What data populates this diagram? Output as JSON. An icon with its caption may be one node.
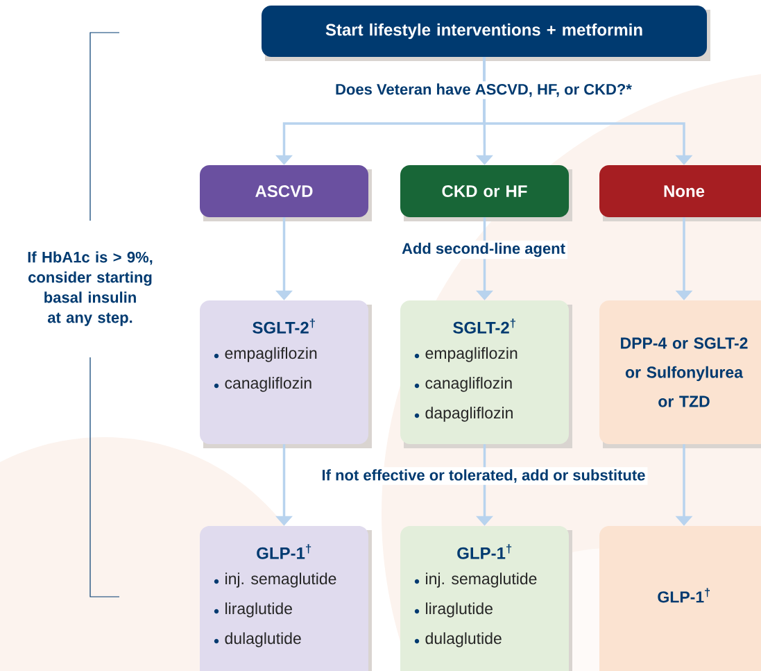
{
  "diagram": {
    "nodes": [
      {
        "text": [
          "Start lifestyle interventions + metformin"
        ]
      },
      {
        "text": [
          "ASCVD"
        ]
      },
      {
        "text": [
          "CKD or HF"
        ]
      },
      {
        "text": [
          "None"
        ]
      },
      {
        "text": [
          "SGLT-2$^{†}$",
          "empagliflozin",
          "canagliflozin"
        ]
      },
      {
        "text": [
          "SGLT-2$^{†}$",
          "empagliflozin",
          "canagliflozin",
          "dapagliflozin"
        ]
      },
      {
        "text": [
          "DPP-4 or SGLT-2 or Sulfonylurea or TZD"
        ]
      },
      {
        "text": [
          "GLP-1$^{†}$",
          "inj. semaglutide",
          "liraglutide",
          "dulaglutide"
        ]
      },
      {
        "text": [
          "GLP-1$^{†}$",
          "inj. semaglutide",
          "liraglutide",
          "dulaglutide"
        ]
      },
      {
        "text": [
          "GLP-1$^{†}$"
        ]
      }
    ],
    "edges": [
      {
        "from": 0,
        "to": 1,
        "arrow": "to"
      },
      {
        "from": 0,
        "to": 2,
        "arrow": "to",
        "label": "Does Veteran have ASCVD, HF, or CKD?*"
      },
      {
        "from": 0,
        "to": 3,
        "arrow": "to"
      },
      {
        "from": 1,
        "to": 4,
        "arrow": "to"
      },
      {
        "from": 2,
        "to": 5,
        "arrow": "to",
        "label": "Add second-line agent"
      },
      {
        "from": 3,
        "to": 6,
        "arrow": "to"
      },
      {
        "from": 4,
        "to": 7,
        "arrow": "to"
      },
      {
        "from": 5,
        "to": 8,
        "arrow": "to",
        "label": "If not effective or tolerated, add or substitute"
      },
      {
        "from": 6,
        "to": 9,
        "arrow": "to"
      }
    ],
    "labels": [
      "If HbA1c is > 9%, consider starting basal insulin at any step."
    ]
  }
}
